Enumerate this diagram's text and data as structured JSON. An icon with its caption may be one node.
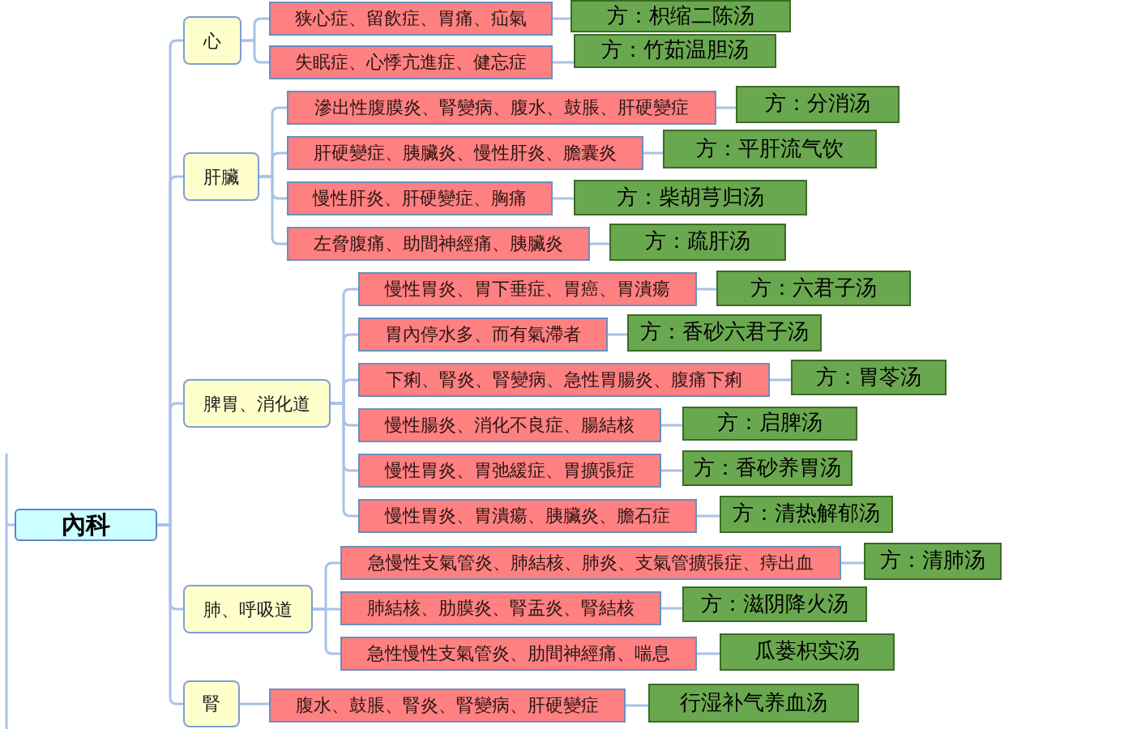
{
  "diagram": {
    "nodes": [
      {
        "text": [
          "內科"
        ]
      },
      {
        "text": [
          "心"
        ]
      },
      {
        "text": [
          "狭心症、留飲症、胃痛、疝氣"
        ]
      },
      {
        "text": [
          "方：枳缩二陈汤"
        ]
      },
      {
        "text": [
          "失眠症、心悸亢進症、健忘症"
        ]
      },
      {
        "text": [
          "方：竹茹温胆汤"
        ]
      },
      {
        "text": [
          "肝臟"
        ]
      },
      {
        "text": [
          "滲出性腹膜炎、腎變病、腹水、鼓脹、肝硬變症"
        ]
      },
      {
        "text": [
          "方：分消汤"
        ]
      },
      {
        "text": [
          "肝硬變症、胰臟炎、慢性肝炎、膽囊炎"
        ]
      },
      {
        "text": [
          "方：平肝流气饮"
        ]
      },
      {
        "text": [
          "慢性肝炎、肝硬變症、胸痛"
        ]
      },
      {
        "text": [
          "方：柴胡芎归汤"
        ]
      },
      {
        "text": [
          "左脅腹痛、助間神經痛、胰臟炎"
        ]
      },
      {
        "text": [
          "方：疏肝汤"
        ]
      },
      {
        "text": [
          "脾胃、消化道"
        ]
      },
      {
        "text": [
          "慢性胃炎、胃下垂症、胃癌、胃潰瘍"
        ]
      },
      {
        "text": [
          "方：六君子汤"
        ]
      },
      {
        "text": [
          "胃內停水多、而有氣滯者"
        ]
      },
      {
        "text": [
          "方：香砂六君子汤"
        ]
      },
      {
        "text": [
          "下痢、腎炎、腎變病、急性胃腸炎、腹痛下痢"
        ]
      },
      {
        "text": [
          "方：胃苓汤"
        ]
      },
      {
        "text": [
          "慢性腸炎、消化不良症、腸結核"
        ]
      },
      {
        "text": [
          "方：启脾汤"
        ]
      },
      {
        "text": [
          "慢性胃炎、胃弛緩症、胃擴張症"
        ]
      },
      {
        "text": [
          "方：香砂养胃汤"
        ]
      },
      {
        "text": [
          "慢性胃炎、胃潰瘍、胰臟炎、膽石症"
        ]
      },
      {
        "text": [
          "方：清热解郁汤"
        ]
      },
      {
        "text": [
          "肺、呼吸道"
        ]
      },
      {
        "text": [
          "急慢性支氣管炎、肺結核、肺炎、支氣管擴張症、痔出血"
        ]
      },
      {
        "text": [
          "方：清肺汤"
        ]
      },
      {
        "text": [
          "肺結核、肋膜炎、腎盂炎、腎結核"
        ]
      },
      {
        "text": [
          "方：滋阴降火汤"
        ]
      },
      {
        "text": [
          "急性慢性支氣管炎、肋間神經痛、喘息"
        ]
      },
      {
        "text": [
          "瓜蒌枳实汤"
        ]
      },
      {
        "text": [
          "腎"
        ]
      },
      {
        "text": [
          "腹水、鼓脹、腎炎、腎變病、肝硬變症"
        ]
      },
      {
        "text": [
          "行湿补气养血汤"
        ]
      }
    ],
    "edges": [
      {
        "from": null,
        "to": 0,
        "arrow": "none"
      },
      {
        "from": 0,
        "to": 1,
        "arrow": "none"
      },
      {
        "from": 1,
        "to": 2,
        "arrow": "none"
      },
      {
        "from": 2,
        "to": 3,
        "arrow": "none"
      },
      {
        "from": 1,
        "to": 4,
        "arrow": "none"
      },
      {
        "from": 4,
        "to": 5,
        "arrow": "none"
      },
      {
        "from": 0,
        "to": 6,
        "arrow": "none"
      },
      {
        "from": 6,
        "to": 7,
        "arrow": "none"
      },
      {
        "from": 7,
        "to": 8,
        "arrow": "none"
      },
      {
        "from": 6,
        "to": 9,
        "arrow": "none"
      },
      {
        "from": 9,
        "to": 10,
        "arrow": "none"
      },
      {
        "from": 6,
        "to": 11,
        "arrow": "none"
      },
      {
        "from": 11,
        "to": 12,
        "arrow": "none"
      },
      {
        "from": 6,
        "to": 13,
        "arrow": "none"
      },
      {
        "from": 13,
        "to": 14,
        "arrow": "none"
      },
      {
        "from": 0,
        "to": 15,
        "arrow": "none"
      },
      {
        "from": 15,
        "to": 16,
        "arrow": "none"
      },
      {
        "from": 16,
        "to": 17,
        "arrow": "none"
      },
      {
        "from": 15,
        "to": 18,
        "arrow": "none"
      },
      {
        "from": 18,
        "to": 19,
        "arrow": "none"
      },
      {
        "from": 15,
        "to": 20,
        "arrow": "none"
      },
      {
        "from": 20,
        "to": 21,
        "arrow": "none"
      },
      {
        "from": 15,
        "to": 22,
        "arrow": "none"
      },
      {
        "from": 22,
        "to": 23,
        "arrow": "none"
      },
      {
        "from": 15,
        "to": 24,
        "arrow": "none"
      },
      {
        "from": 24,
        "to": 25,
        "arrow": "none"
      },
      {
        "from": 15,
        "to": 26,
        "arrow": "none"
      },
      {
        "from": 26,
        "to": 27,
        "arrow": "none"
      },
      {
        "from": 0,
        "to": 28,
        "arrow": "none"
      },
      {
        "from": 28,
        "to": 29,
        "arrow": "none"
      },
      {
        "from": 29,
        "to": 30,
        "arrow": "none"
      },
      {
        "from": 28,
        "to": 31,
        "arrow": "none"
      },
      {
        "from": 31,
        "to": 32,
        "arrow": "none"
      },
      {
        "from": 28,
        "to": 33,
        "arrow": "none"
      },
      {
        "from": 33,
        "to": 34,
        "arrow": "none"
      },
      {
        "from": 0,
        "to": 35,
        "arrow": "none"
      },
      {
        "from": 35,
        "to": 36,
        "arrow": "none"
      },
      {
        "from": 36,
        "to": 37,
        "arrow": "none"
      }
    ]
  }
}
